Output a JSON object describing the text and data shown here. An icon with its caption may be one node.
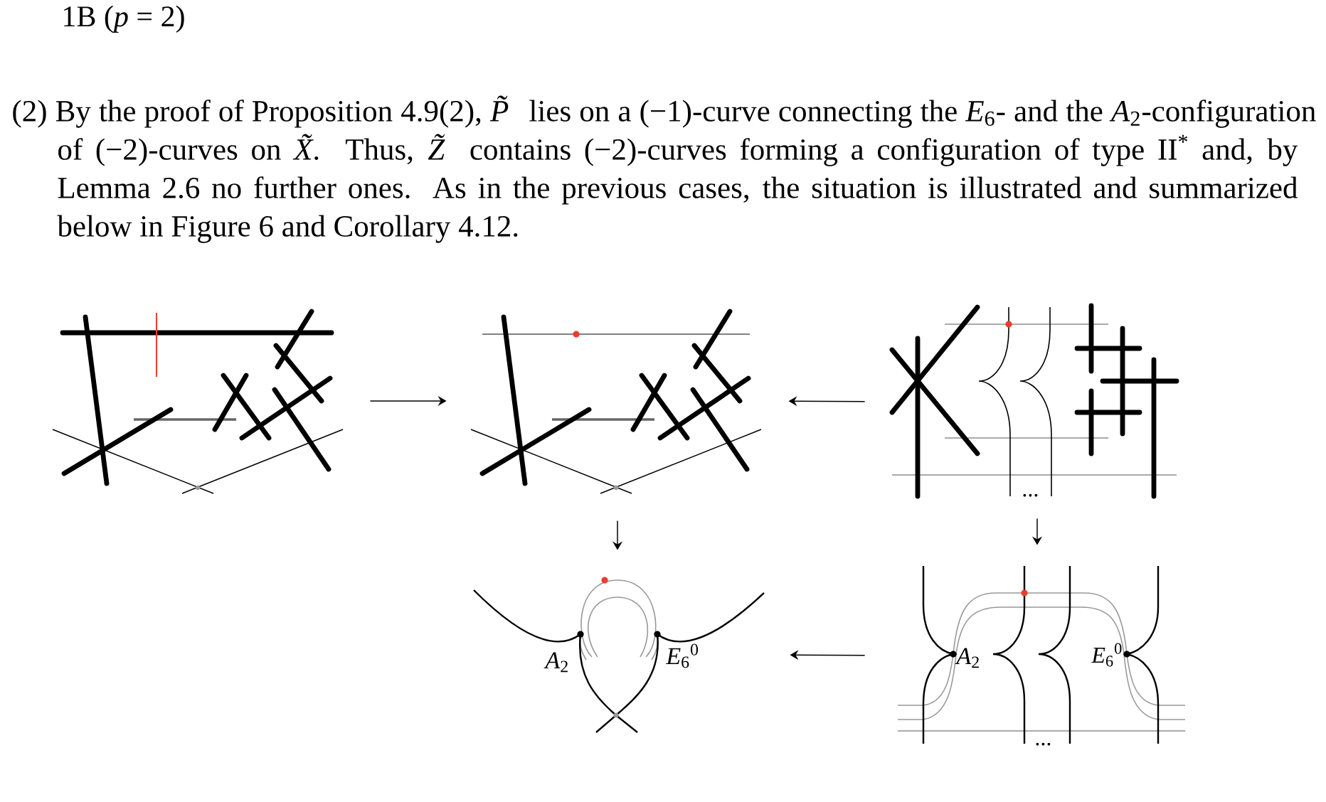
{
  "diagram": {
    "nodes": [
      {
        "text": [],
        "shape": "picture"
      },
      {
        "text": [],
        "shape": "picture"
      },
      {
        "text": [],
        "shape": "picture"
      },
      {
        "text": [],
        "shape": "picture"
      },
      {
        "text": [],
        "shape": "picture"
      }
    ],
    "edges": [
      {
        "from": 0,
        "to": 1,
        "arrow": "to"
      },
      {
        "from": 2,
        "to": 1,
        "arrow": "to"
      },
      {
        "from": 1,
        "to": 3,
        "arrow": "to"
      },
      {
        "from": 2,
        "to": 4,
        "arrow": "to"
      },
      {
        "from": 4,
        "to": 3,
        "arrow": "to"
      }
    ],
    "labels": [
      "1B (*p* = 2)",
      "(2) By the proof of Proposition 4.9(2), *P̃* lies on a (−1)-curve connecting the *E*$_{6}$- and the *A*$_{2}$-configuration of (−2)-curves on *X̃*. Thus, *Z̃* contains (−2)-curves forming a configuration of type II$^{*}$ and, by Lemma 2.6 no further ones. As in the previous cases, the situation is illustrated and summarized below in Figure 6 and Corollary 4.12.",
      "...",
      "*A*$_{2}$",
      "*E*$_{6}$$^{0}$",
      "*A*$_{2}$",
      "*E*$_{6}$$^{0}$",
      "..."
    ]
  }
}
